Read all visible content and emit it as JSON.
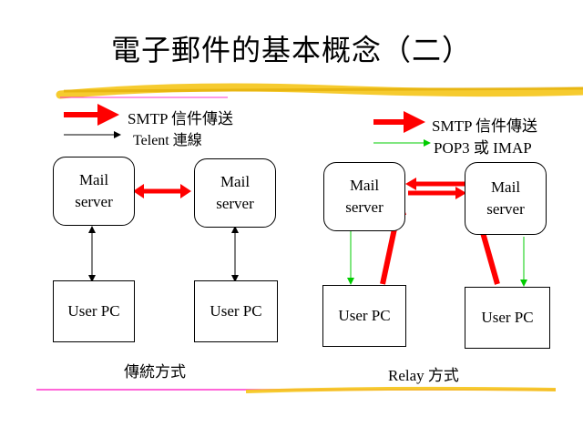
{
  "title": "電子郵件的基本概念（二）",
  "legend_left": {
    "smtp": "SMTP  信件傳送",
    "telent": "Telent  連線"
  },
  "legend_right": {
    "smtp": "SMTP  信件傳送",
    "pop3": "POP3 或 IMAP"
  },
  "left_diagram": {
    "mail_server_1": [
      "Mail",
      "server"
    ],
    "mail_server_2": [
      "Mail",
      "server"
    ],
    "user_pc_1": "User PC",
    "user_pc_2": "User PC",
    "caption": "傳統方式"
  },
  "right_diagram": {
    "mail_server_1": [
      "Mail",
      "server"
    ],
    "mail_server_2": [
      "Mail",
      "server"
    ],
    "user_pc_1": "User PC",
    "user_pc_2": "User PC",
    "caption": "Relay  方式"
  },
  "colors": {
    "smtp_arrow": "#ff0000",
    "pop3_arrow": "#00cc00",
    "telent_arrow": "#000000",
    "highlight": "#f5c518"
  }
}
